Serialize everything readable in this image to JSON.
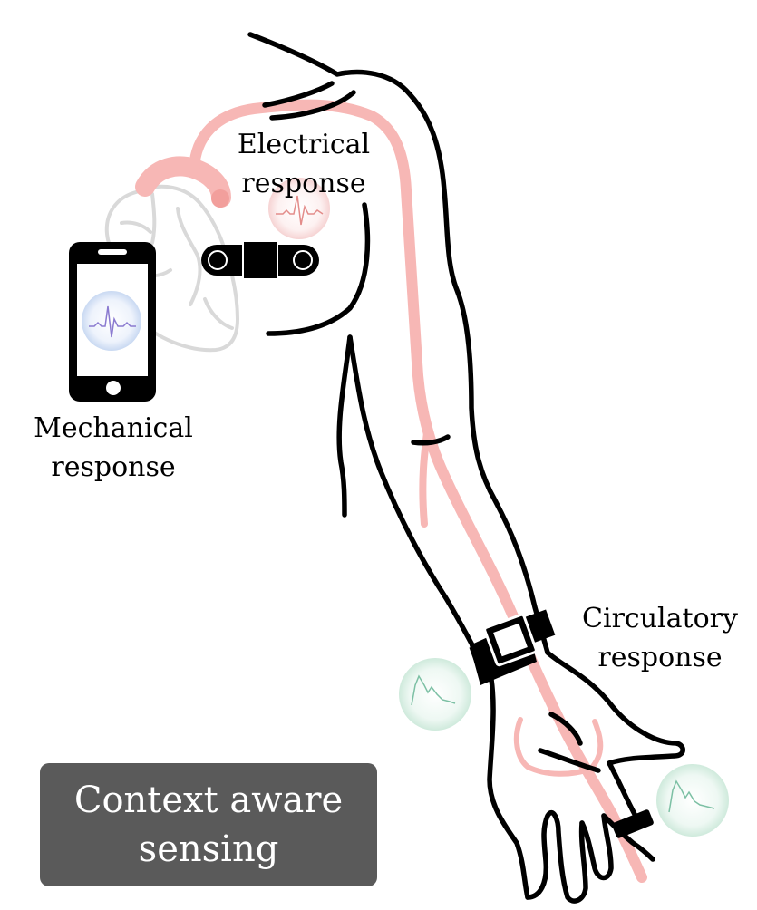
{
  "labels": {
    "electrical": [
      "Electrical",
      "response"
    ],
    "mechanical": [
      "Mechanical",
      "response"
    ],
    "circulatory": [
      "Circulatory",
      "response"
    ]
  },
  "context_box": {
    "lines": [
      "Context aware",
      "sensing"
    ]
  },
  "colors": {
    "outline": "#000000",
    "artery": "#f7b7b5",
    "heart": "#d9d9d9",
    "box": "#5a5a5a",
    "ecg": "#8a7ad0",
    "pulse": "#7cc0a4"
  },
  "icons": [
    "heart-icon",
    "smartphone-icon",
    "chest-patch-sensor-icon",
    "smartwatch-icon",
    "ring-sensor-icon",
    "ecg-waveform-icon",
    "pulse-waveform-icon"
  ]
}
